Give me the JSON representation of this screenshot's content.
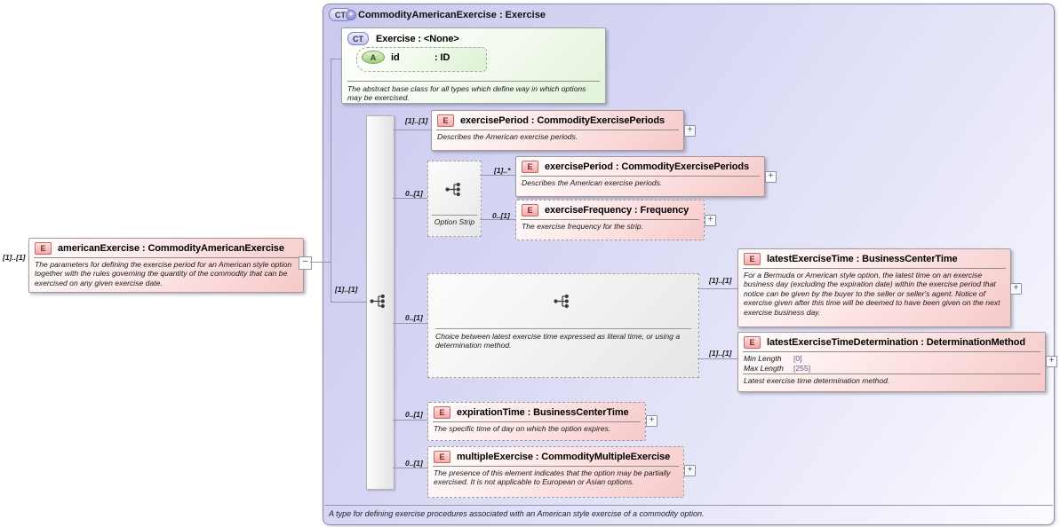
{
  "icons": {
    "element": "E",
    "complex_type": "CT",
    "attribute": "A",
    "expand": "+",
    "collapse": "−",
    "plus_badge": "+"
  },
  "colors": {
    "container_lavender": "#cdcdf0",
    "element_pink": "#f6c9c9",
    "attribute_green": "#dff2d8",
    "line_gray": "#9595ab"
  },
  "source": {
    "cardinality": "[1]..[1]",
    "title": "americanExercise : CommodityAmericanExercise",
    "description": "The parameters for defining the exercise period for an American style option together with the rules governing the quantity of the commodity that can be exercised on any given exercise date."
  },
  "container": {
    "title": "CommodityAmericanExercise : Exercise",
    "footer": "A type for defining exercise procedures associated with an American style exercise of a commodity option."
  },
  "base": {
    "title": "Exercise : <None>",
    "attribute": {
      "name": "id",
      "type": ": ID"
    },
    "description": "The abstract base class for all types which define way in which options may be exercised."
  },
  "sequence": {
    "cardinality": "[1]..[1]"
  },
  "elements": {
    "exercisePeriod1": {
      "cardinality": "[1]..[1]",
      "title": "exercisePeriod : CommodityExercisePeriods",
      "description": "Describes the American exercise periods."
    },
    "optionStrip": {
      "cardinality": "0..[1]",
      "label": "Option Strip"
    },
    "exercisePeriod2": {
      "cardinality": "[1]..*",
      "title": "exercisePeriod : CommodityExercisePeriods",
      "description": "Describes the American exercise periods."
    },
    "exerciseFrequency": {
      "cardinality": "0..[1]",
      "title": "exerciseFrequency : Frequency",
      "description": "The exercise frequency for the strip."
    },
    "choice": {
      "cardinality": "0..[1]",
      "description": "Choice between latest exercise time expressed as literal time, or using a determination method."
    },
    "latestExerciseTime": {
      "cardinality": "[1]..[1]",
      "title": "latestExerciseTime : BusinessCenterTime",
      "description": "For a Bermuda or American style option, the latest time on an exercise business day (excluding the expiration date) within the exercise period that notice can be given by the buyer to the seller or seller's agent. Notice of exercise given after this time will be deemed to have been given on the next exercise business day."
    },
    "latestExerciseTimeDetermination": {
      "cardinality": "[1]..[1]",
      "title": "latestExerciseTimeDetermination : DeterminationMethod",
      "facets": [
        {
          "name": "Min Length",
          "value": "[0]"
        },
        {
          "name": "Max Length",
          "value": "[255]"
        }
      ],
      "description": "Latest exercise time determination method."
    },
    "expirationTime": {
      "cardinality": "0..[1]",
      "title": "expirationTime : BusinessCenterTime",
      "description": "The specific time of day on which the option expires."
    },
    "multipleExercise": {
      "cardinality": "0..[1]",
      "title": "multipleExercise : CommodityMultipleExercise",
      "description": "The presence of this element indicates that the option may be partially exercised. It is not applicable to European or Asian options."
    }
  }
}
